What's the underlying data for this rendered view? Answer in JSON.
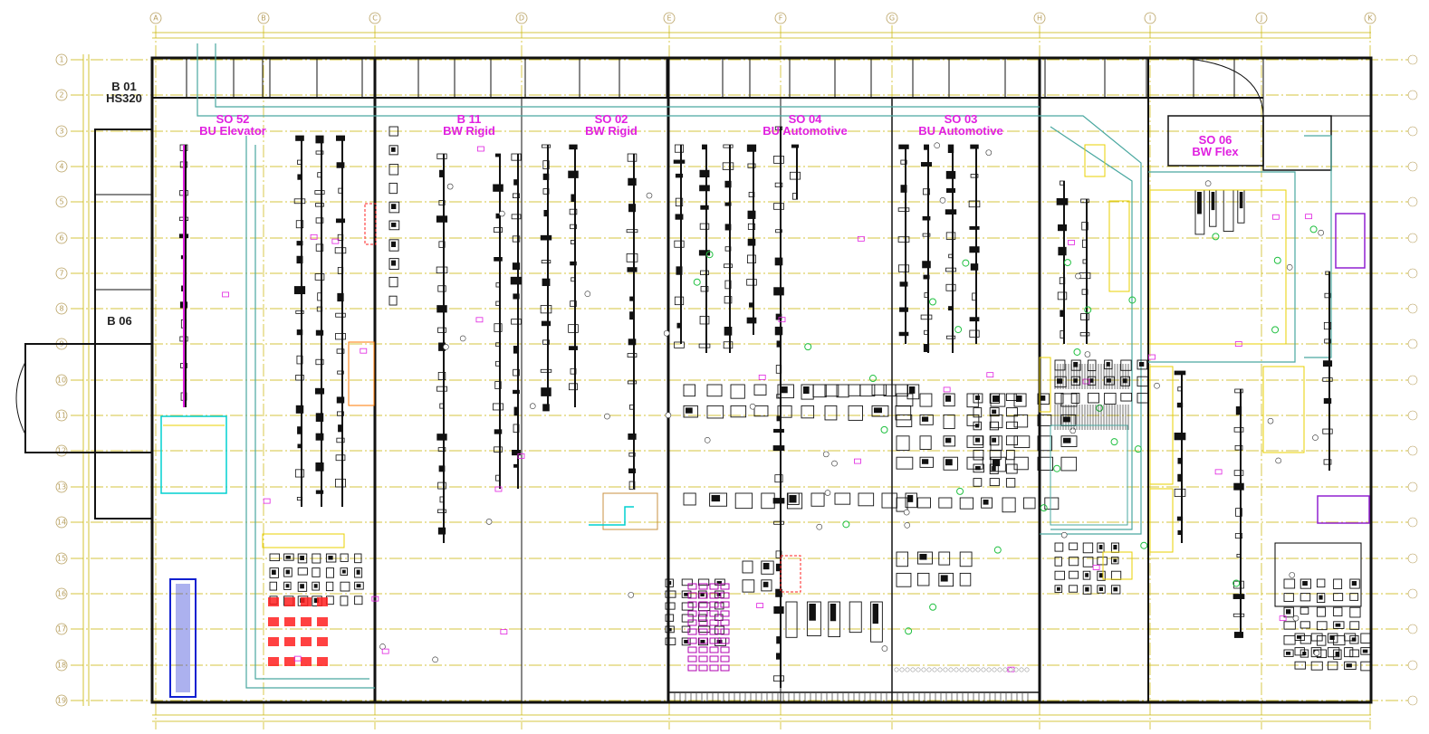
{
  "drawing": {
    "buildings": [
      {
        "id": "b01",
        "lines": [
          "B 01",
          "HS320"
        ]
      },
      {
        "id": "b06",
        "lines": [
          "B 06"
        ]
      }
    ],
    "zones": [
      {
        "id": "so52",
        "lines": [
          "SO 52",
          "BU Elevator"
        ]
      },
      {
        "id": "b11",
        "lines": [
          "B 11",
          "BW Rigid"
        ]
      },
      {
        "id": "so02",
        "lines": [
          "SO 02",
          "BW Rigid"
        ]
      },
      {
        "id": "so04",
        "lines": [
          "SO 04",
          "BU Automotive"
        ]
      },
      {
        "id": "so03",
        "lines": [
          "SO 03",
          "BU Automotive"
        ]
      },
      {
        "id": "so06",
        "lines": [
          "SO 06",
          "BW Flex"
        ]
      }
    ],
    "column_grid": [
      "A",
      "B",
      "C",
      "D",
      "E",
      "F",
      "G",
      "H",
      "I",
      "J",
      "K"
    ],
    "row_grid": [
      "1",
      "2",
      "3",
      "4",
      "5",
      "6",
      "7",
      "8",
      "9",
      "10",
      "11",
      "12",
      "13",
      "14",
      "15",
      "16",
      "17",
      "18",
      "19"
    ],
    "colors": {
      "walls": "#111111",
      "grid": "#c8b400",
      "bubble": "#b8a060",
      "label": "#e020e0",
      "corridor": "#4aa8a0",
      "highlight_red": "#ff2020",
      "highlight_blue": "#1020d0",
      "highlight_cyan": "#00d0d0",
      "highlight_yellow": "#e8d000",
      "highlight_purple": "#9020d0",
      "station_green": "#20c040"
    }
  }
}
